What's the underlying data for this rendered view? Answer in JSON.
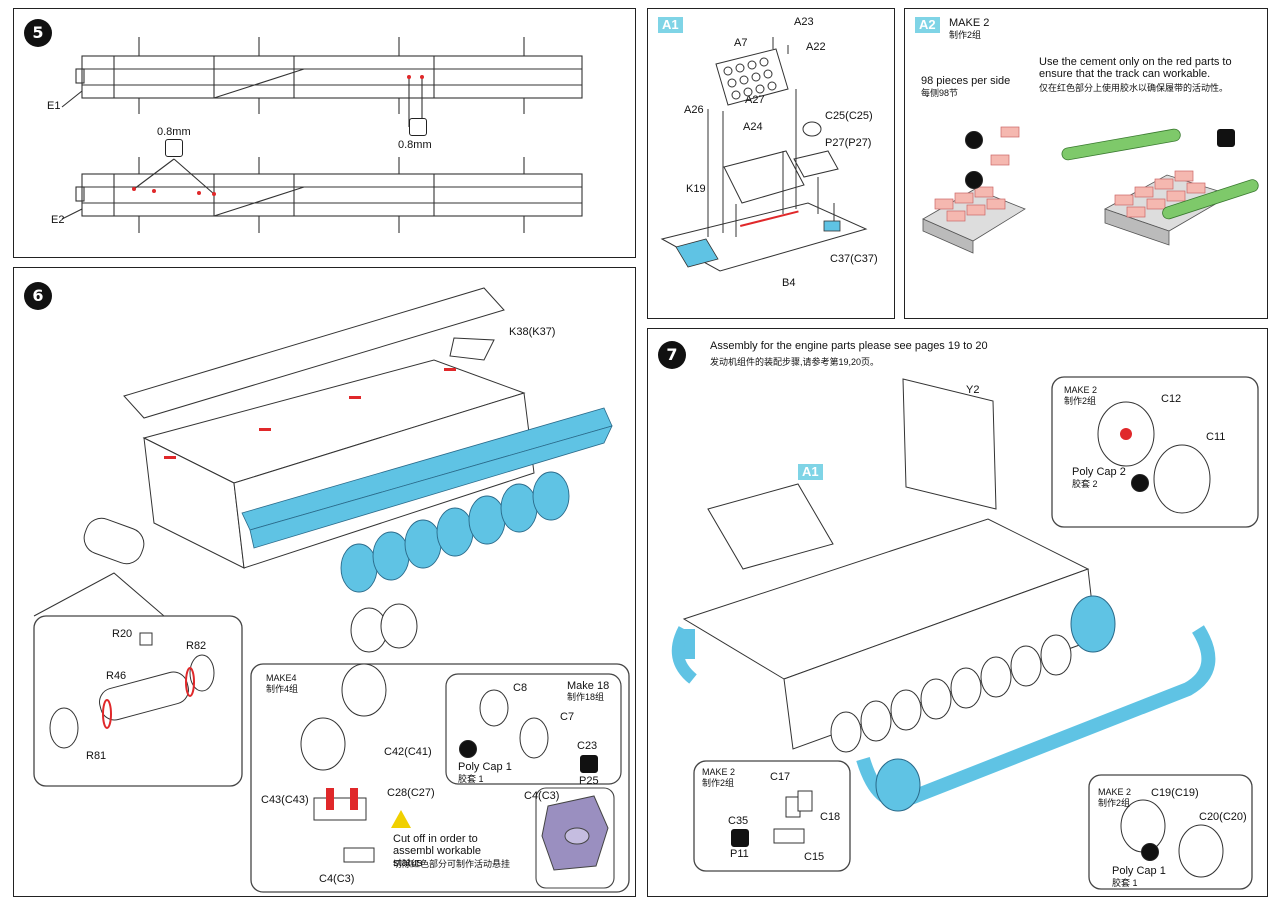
{
  "step5": {
    "number": "5",
    "labels": {
      "e1": "E1",
      "e2": "E2",
      "mm_a": "0.8mm",
      "mm_b": "0.8mm"
    }
  },
  "stepA1": {
    "tag": "A1",
    "labels": [
      "A23",
      "A22",
      "A7",
      "A26",
      "A27",
      "A24",
      "C25(C25)",
      "P27(P27)",
      "K19",
      "C37(C37)",
      "B4"
    ]
  },
  "stepA2": {
    "tag": "A2",
    "make": "MAKE 2",
    "make_cn": "制作2组",
    "pieces": "98 pieces per side",
    "pieces_cn": "每侧98节",
    "instruction": "Use the cement only on the red parts to ensure that the track can workable.",
    "instruction_cn": "仅在红色部分上使用胶水以确保履带的活动性。"
  },
  "step6": {
    "number": "6",
    "labels": {
      "k38": "K38(K37)",
      "r20": "R20",
      "r82": "R82",
      "r46": "R46",
      "r81": "R81"
    },
    "sub": {
      "make4": "MAKE4",
      "make4_cn": "制作4组",
      "make18": "Make 18",
      "make18_cn": "制作18组",
      "c8": "C8",
      "c7": "C7",
      "c23": "C23",
      "p25": "P25",
      "poly1": "Poly Cap 1",
      "poly1_cn": "胶套 1",
      "c42": "C42(C41)",
      "c28": "C28(C27)",
      "c43": "C43(C43)",
      "c4": "C4(C3)",
      "c4b": "C4(C3)",
      "cut": "Cut off in order to assembl workable status",
      "cut_cn": "切除红色部分可制作活动悬挂"
    }
  },
  "step7": {
    "number": "7",
    "note": "Assembly for the engine parts please see pages 19 to 20",
    "note_cn": "发动机组件的装配步骤,请参考第19,20页。",
    "tag": "A1",
    "y2": "Y2",
    "wheel": {
      "make": "MAKE 2",
      "make_cn": "制作2组",
      "c12": "C12",
      "c11": "C11",
      "poly2": "Poly Cap 2",
      "poly2_cn": "胶套 2"
    },
    "arm": {
      "make": "MAKE 2",
      "make_cn": "制作2组",
      "c17": "C17",
      "c18": "C18",
      "c35": "C35",
      "p11": "P11",
      "c15": "C15"
    },
    "sprocket": {
      "make": "MAKE 2",
      "make_cn": "制作2组",
      "c19": "C19(C19)",
      "c20": "C20(C20)",
      "poly1": "Poly Cap 1",
      "poly1_cn": "胶套 1"
    }
  },
  "colors": {
    "blue": "#5fc3e4",
    "red": "#e0282a",
    "pink": "#f5b8b0",
    "green": "#7ec96a"
  }
}
